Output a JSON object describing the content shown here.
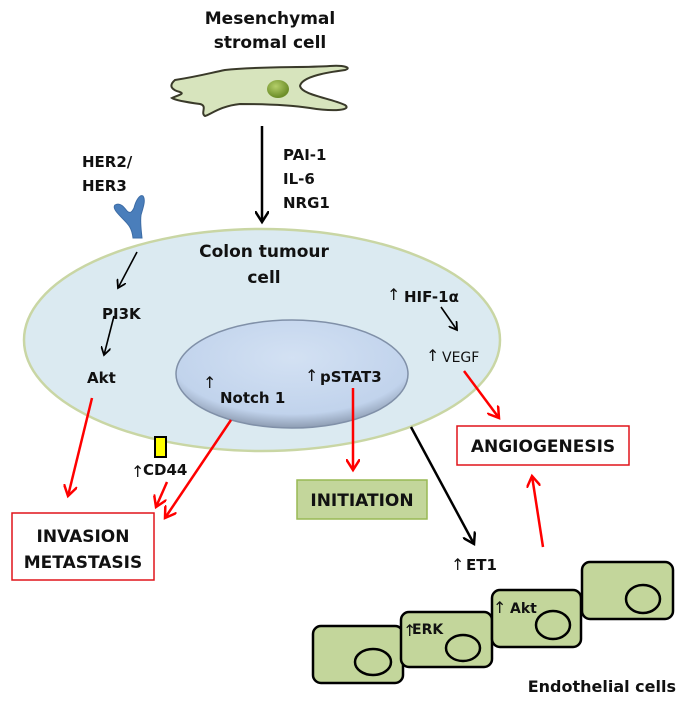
{
  "title": "Mesenchymal stromal cell effects on colon tumour cell",
  "colors": {
    "cytoplasm_fill": "#dbeaf1",
    "cytoplasm_stroke": "#c9d6a4",
    "nucleus_fill": "#c5d7ee",
    "nucleus_stroke": "#7f8ea3",
    "cell_green": "#c3d69b",
    "cell_green_border": "#98b954",
    "receptor": "#4a7ebb",
    "cd44_marker": "#ffff00",
    "red_arrow": "#ff0000",
    "outcome_border": "#e0141a",
    "text": "#111111"
  },
  "msc": {
    "title_line1": "Mesenchymal",
    "title_line2": "stromal cell",
    "secreted_factors": [
      "PAI-1",
      "IL-6",
      "NRG1"
    ]
  },
  "receptor": {
    "label_line1": "HER2/",
    "label_line2": "HER3"
  },
  "tumour_cell": {
    "title_line1": "Colon tumour",
    "title_line2": "cell",
    "pathway": [
      "PI3K",
      "Akt"
    ],
    "hif": "HIF-1α",
    "vegf": "VEGF",
    "cd44": "CD44",
    "up_arrow": "↑"
  },
  "nucleus": {
    "notch": "Notch 1",
    "pstat3": "pSTAT3"
  },
  "outcomes": {
    "invasion_line1": "INVASION",
    "invasion_line2": "METASTASIS",
    "initiation": "INITIATION",
    "angiogenesis": "ANGIOGENESIS"
  },
  "endothelial": {
    "et1": "ET1",
    "erk": "ERK",
    "akt": "Akt",
    "label": "Endothelial cells"
  }
}
